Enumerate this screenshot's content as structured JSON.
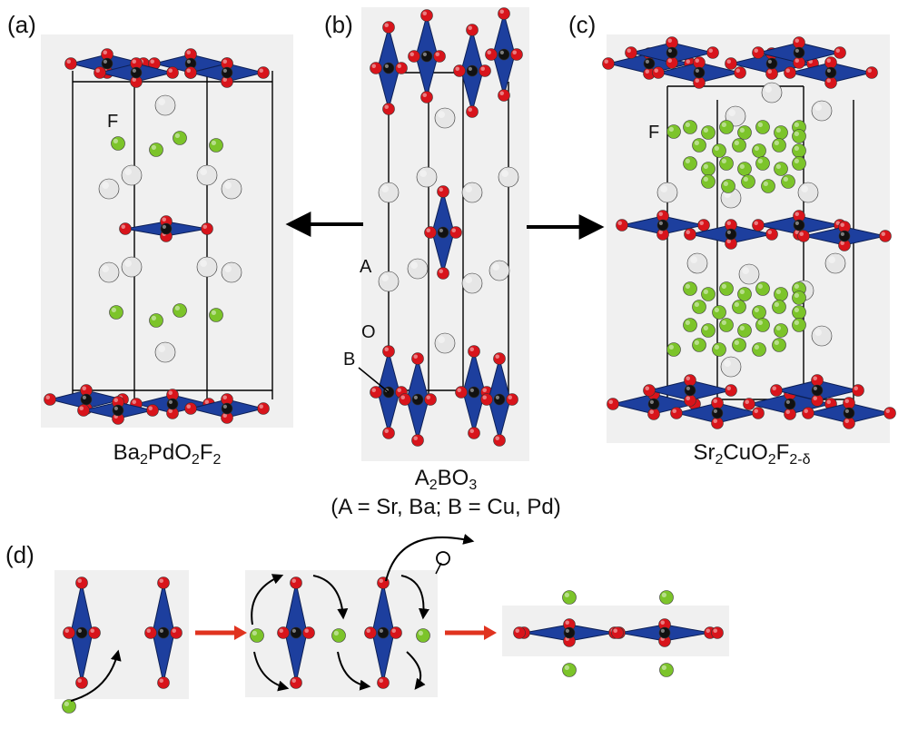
{
  "panels": {
    "a": {
      "tag": "(a)",
      "atom_f": "F",
      "formula": [
        [
          "Ba",
          ""
        ],
        [
          "2",
          "sub"
        ],
        [
          "PdO",
          ""
        ],
        [
          "2",
          "sub"
        ],
        [
          "F",
          ""
        ],
        [
          "2",
          "sub"
        ]
      ]
    },
    "b": {
      "tag": "(b)",
      "atom_a": "A",
      "atom_o": "O",
      "atom_b": "B",
      "formula": [
        [
          "A",
          ""
        ],
        [
          "2",
          "sub"
        ],
        [
          "BO",
          ""
        ],
        [
          "3",
          "sub"
        ]
      ],
      "note": "(A = Sr, Ba; B = Cu, Pd)"
    },
    "c": {
      "tag": "(c)",
      "atom_f": "F",
      "formula": [
        [
          "Sr",
          ""
        ],
        [
          "2",
          "sub"
        ],
        [
          "CuO",
          ""
        ],
        [
          "2",
          "sub"
        ],
        [
          "F",
          ""
        ],
        [
          "2-δ",
          "sub"
        ]
      ]
    },
    "d": {
      "tag": "(d)"
    }
  },
  "colors": {
    "oxygen": "#d8141b",
    "b_site": "#111111",
    "a_site": "#e6e6e6",
    "fluorine": "#7cc42a",
    "polyhedron": "#1d3f9e",
    "bond": "#000000",
    "panel_bg": "#f0f0f0",
    "red_arrow": "#e0331f"
  }
}
